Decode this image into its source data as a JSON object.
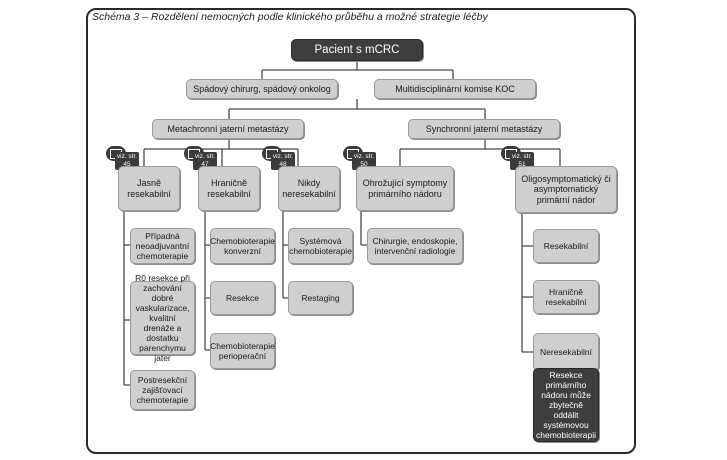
{
  "title": "Schéma 3 – Rozdělení nemocných podle klinického průběhu a možné strategie léčby",
  "root": "Pacient s mCRC",
  "level1": {
    "left": "Spádový chirurg, spádový onkolog",
    "right": "Multidisciplinární komise KOC"
  },
  "level2": {
    "left": "Metachronní jaterní metastázy",
    "right": "Synchronní jaterní metastázy"
  },
  "refs": {
    "r45": {
      "label": "viz. str.",
      "page": "45"
    },
    "r47": {
      "label": "viz. str.",
      "page": "47"
    },
    "r48": {
      "label": "viz. str.",
      "page": "48"
    },
    "r50": {
      "label": "viz. str.",
      "page": "50"
    },
    "r51": {
      "label": "viz. str.",
      "page": "51"
    }
  },
  "categories": {
    "jasne": "Jasně resekabilní",
    "hranicne": "Hraničně resekabilní",
    "nikdy": "Nikdy neresekabilní",
    "ohrozujici": "Ohrožující symptomy primárního nádoru",
    "oligo": "Oligosymptomatický či asymptomatický primární nádor"
  },
  "jasne_items": [
    "Případná neoadjuvantní chemoterapie",
    "R0 resekce při zachování dobré vaskularizace, kvalitní drenáže a dostatku parenchymu jater",
    "Postresekční zajišťovací chemoterapie"
  ],
  "hranicne_items": [
    "Chemobioterapie konverzní",
    "Resekce",
    "Chemobioterapie perioperační"
  ],
  "nikdy_items": [
    "Systémová chemobioterapie",
    "Restaging"
  ],
  "ohrozujici_items": [
    "Chirurgie, endoskopie, intervenční radiologie"
  ],
  "oligo_items": [
    "Resekabilní",
    "Hraničně resekabilní",
    "Neresekabilní"
  ],
  "note": "Resekce primárního nádoru může zbytečně oddálit systémovou chemobioterapii"
}
